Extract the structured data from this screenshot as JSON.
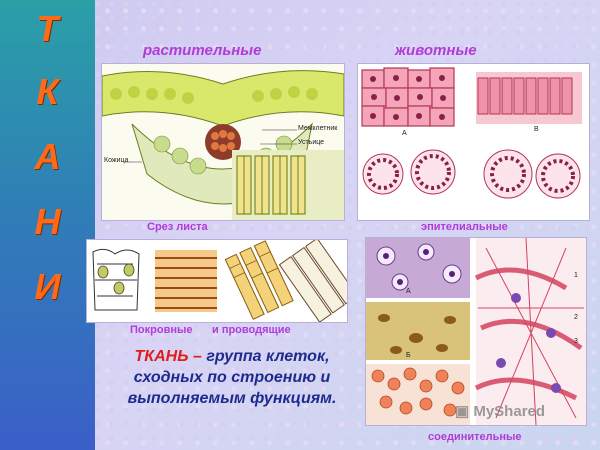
{
  "sidebar": {
    "letters": [
      "Т",
      "К",
      "А",
      "Н",
      "И"
    ]
  },
  "headers": {
    "plants": "растительные",
    "animals": "животные"
  },
  "captions": {
    "leaf_section": "Срез листа",
    "epithelial": "эпителиальные",
    "cover_and_conductive_1": "Покровные",
    "cover_and_conductive_2": "и проводящие",
    "connective": "соединительные"
  },
  "leaf_labels": {
    "intercellular": "Межклетник",
    "stoma": "Устьице",
    "skin": "Кожица"
  },
  "panel_labels": {
    "a": "А",
    "b": "В",
    "a2": "А",
    "b2": "Б",
    "n1": "1",
    "n2": "2",
    "n3": "3"
  },
  "definition": {
    "term": "ТКАНЬ",
    "dash": " – ",
    "text": "группа клеток, сходных по строению и выполняемым функциям."
  },
  "watermark": "MyShared",
  "colors": {
    "letters": "#ff6a1a",
    "headers": "#b23bd8",
    "definition": "#1f2a8f",
    "term": "#e01b1b"
  }
}
